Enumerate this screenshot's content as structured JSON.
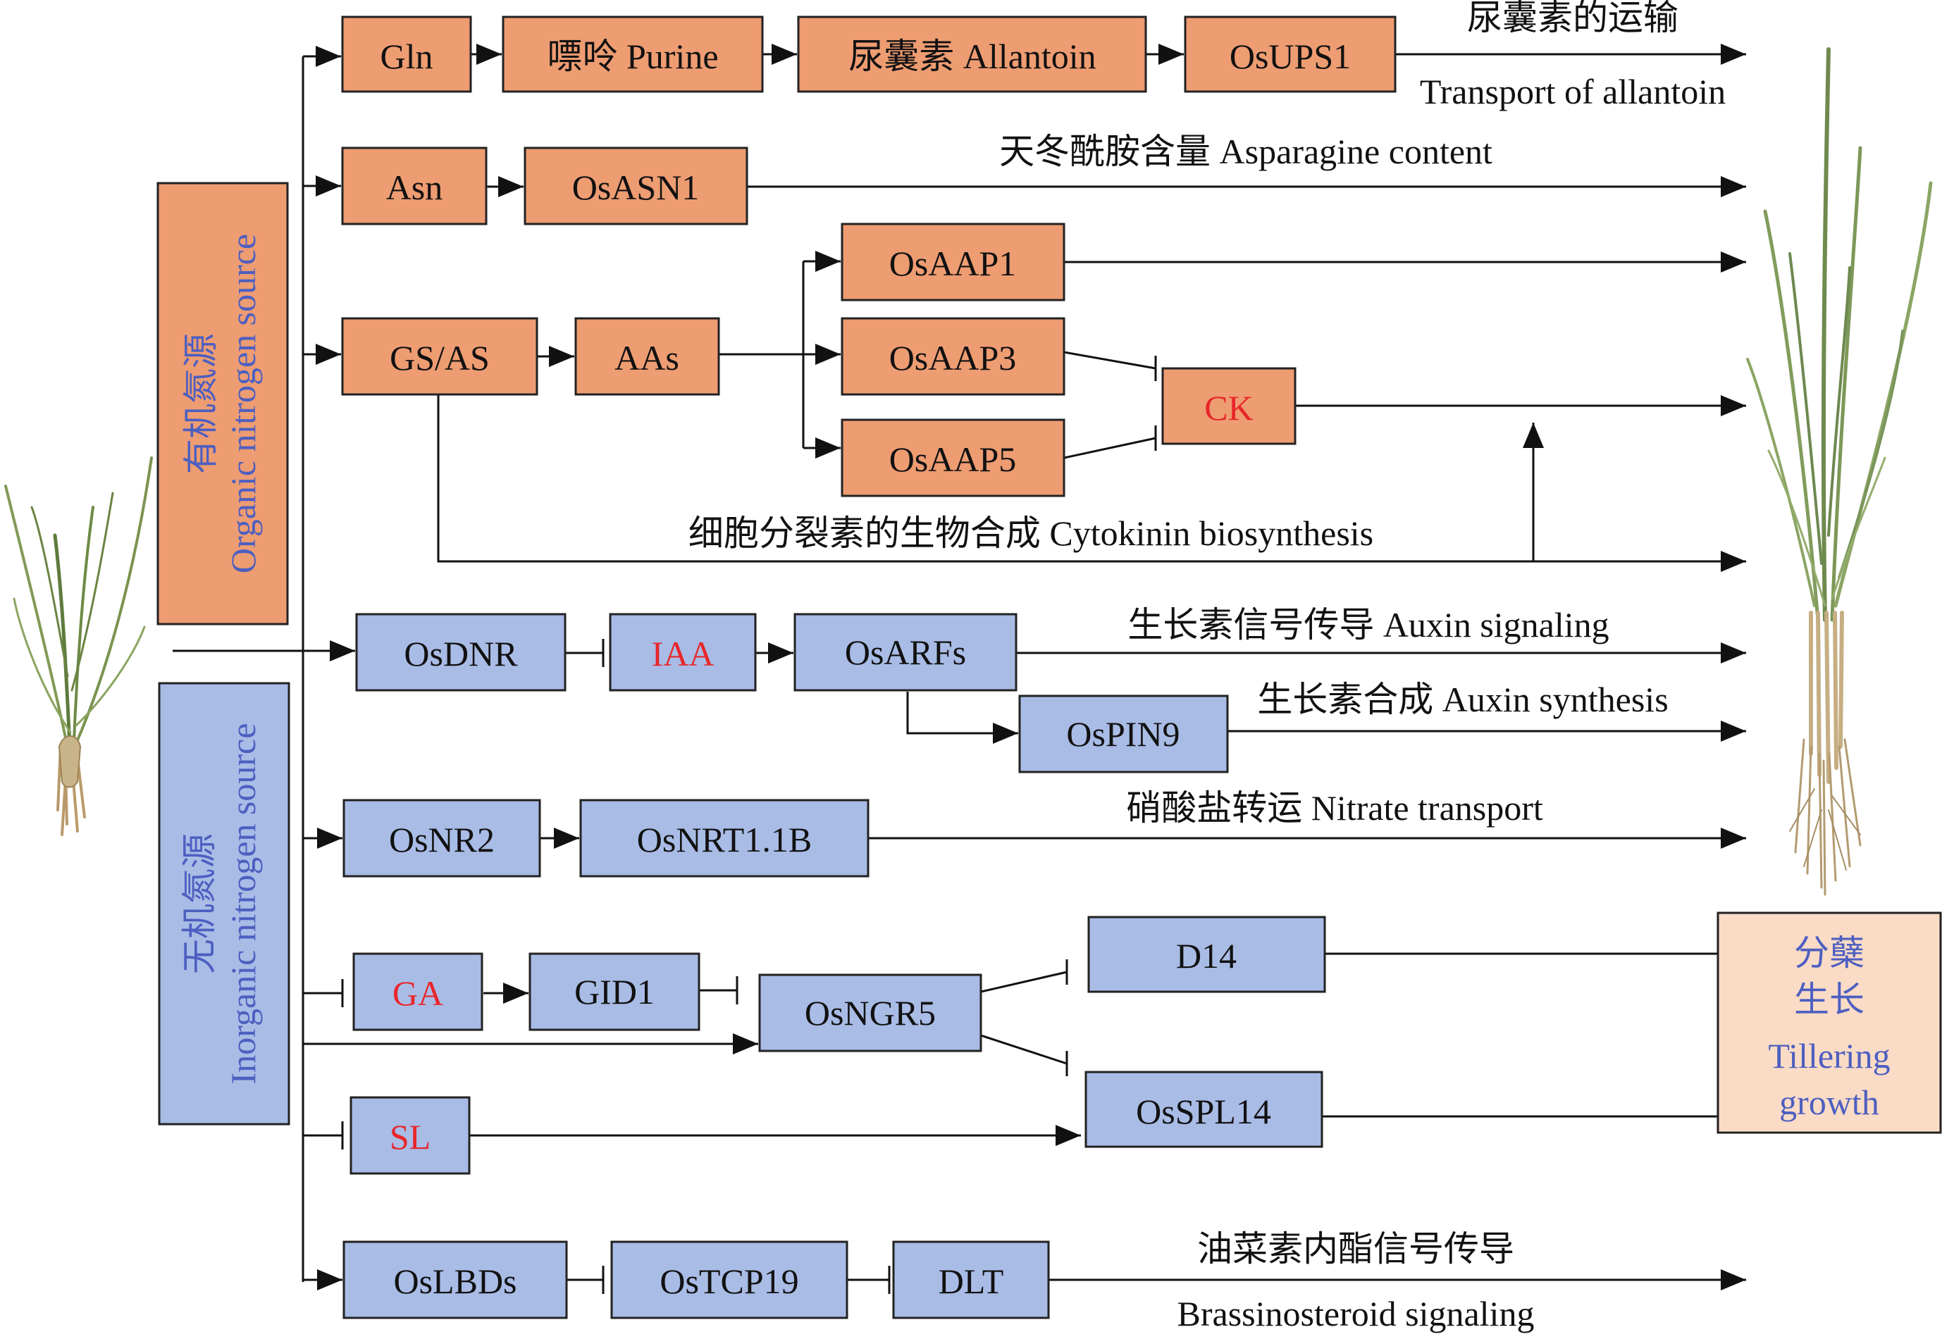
{
  "colors": {
    "organic": "#EE9C72",
    "inorganic": "#A9BCE6",
    "tiller_fill": "#FADBC6",
    "accent_text": "#E8262A",
    "source_text": "#4D5FC0",
    "line": "#111111"
  },
  "sources": {
    "organic": {
      "zh": "有机氮源",
      "en": "Organic nitrogen source"
    },
    "inorganic": {
      "zh": "无机氮源",
      "en": "Inorganic nitrogen source"
    }
  },
  "nodes": {
    "gln": "Gln",
    "purine": "嘌呤 Purine",
    "allantoin": "尿囊素 Allantoin",
    "osups1": "OsUPS1",
    "asn": "Asn",
    "osasn1": "OsASN1",
    "gs_as": "GS/AS",
    "aas": "AAs",
    "osaap1": "OsAAP1",
    "osaap3": "OsAAP3",
    "osaap5": "OsAAP5",
    "ck": "CK",
    "osdnr": "OsDNR",
    "iaa": "IAA",
    "osarfs": "OsARFs",
    "ospin9": "OsPIN9",
    "osnr2": "OsNR2",
    "osnrt11b": "OsNRT1.1B",
    "ga": "GA",
    "gid1": "GID1",
    "osngr5": "OsNGR5",
    "d14": "D14",
    "sl": "SL",
    "osspl14": "OsSPL14",
    "oslbds": "OsLBDs",
    "ostcp19": "OsTCP19",
    "dlt": "DLT"
  },
  "tillering": {
    "zh_line1": "分蘖",
    "zh_line2": "生长",
    "en_line1": "Tillering",
    "en_line2": "growth"
  },
  "labels": {
    "allantoin_zh": "尿囊素的运输",
    "allantoin_en": "Transport of allantoin",
    "asparagine": "天冬酰胺含量 Asparagine content",
    "cytokinin": "细胞分裂素的生物合成 Cytokinin biosynthesis",
    "auxin_signaling": "生长素信号传导 Auxin signaling",
    "auxin_synthesis": "生长素合成 Auxin synthesis",
    "nitrate": "硝酸盐转运 Nitrate transport",
    "br_zh": "油菜素内酯信号传导",
    "br_en": "Brassinosteroid signaling"
  },
  "plant_icons": [
    "small-rice-plant-icon",
    "large-rice-plant-icon"
  ]
}
